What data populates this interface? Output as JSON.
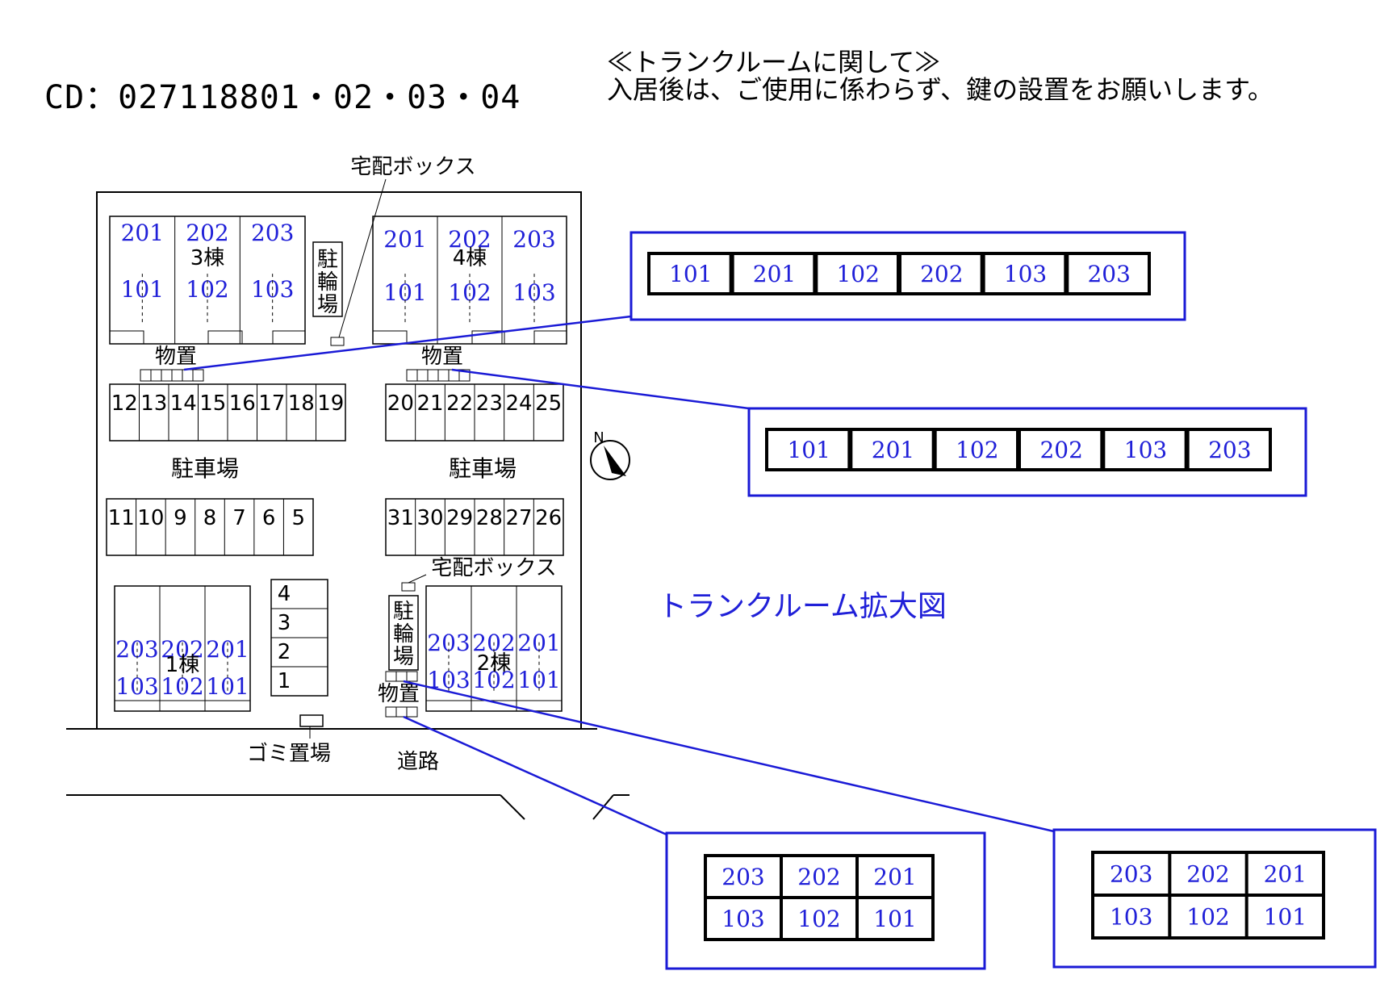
{
  "header": {
    "cd_code": "CD：027118801・02・03・04",
    "notice_title": "≪トランクルームに関して≫",
    "notice_body": "入居後は、ご使用に係わらず、鍵の設置をお願いします。"
  },
  "legend_title": "トランクルーム拡大図",
  "labels": {
    "parking_lot": "駐車場",
    "bicycle_parking": "駐輪場",
    "storage": "物置",
    "delivery_box": "宅配ボックス",
    "garbage": "ゴミ置場",
    "road": "道路"
  },
  "buildings": [
    {
      "name": "3棟",
      "upper": [
        "201",
        "202",
        "203"
      ],
      "lower": [
        "101",
        "102",
        "103"
      ]
    },
    {
      "name": "4棟",
      "upper": [
        "201",
        "202",
        "203"
      ],
      "lower": [
        "101",
        "102",
        "103"
      ]
    },
    {
      "name": "1棟",
      "upper": [
        "203",
        "202",
        "201"
      ],
      "lower": [
        "103",
        "102",
        "101"
      ]
    },
    {
      "name": "2棟",
      "upper": [
        "203",
        "202",
        "201"
      ],
      "lower": [
        "103",
        "102",
        "101"
      ]
    }
  ],
  "parking": {
    "row_upper_left": [
      "12",
      "13",
      "14",
      "15",
      "16",
      "17",
      "18",
      "19"
    ],
    "row_upper_right": [
      "20",
      "21",
      "22",
      "23",
      "24",
      "25"
    ],
    "row_lower_left": [
      "11",
      "10",
      "9",
      "8",
      "7",
      "6",
      "5"
    ],
    "row_lower_right": [
      "31",
      "30",
      "29",
      "28",
      "27",
      "26"
    ],
    "column_stack": [
      "4",
      "3",
      "2",
      "1"
    ]
  },
  "trunk_rooms": {
    "row_a": [
      "101",
      "201",
      "102",
      "202",
      "103",
      "203"
    ],
    "row_b": [
      "101",
      "201",
      "102",
      "202",
      "103",
      "203"
    ],
    "grid_c": {
      "top": [
        "203",
        "202",
        "201"
      ],
      "bottom": [
        "103",
        "102",
        "101"
      ]
    },
    "grid_d": {
      "top": [
        "203",
        "202",
        "201"
      ],
      "bottom": [
        "103",
        "102",
        "101"
      ]
    }
  },
  "colors": {
    "accent_blue": "#2020d8",
    "line": "#000000",
    "callout_blue": "#1a1ad6"
  },
  "icons": {
    "compass": "north-arrow-icon"
  }
}
